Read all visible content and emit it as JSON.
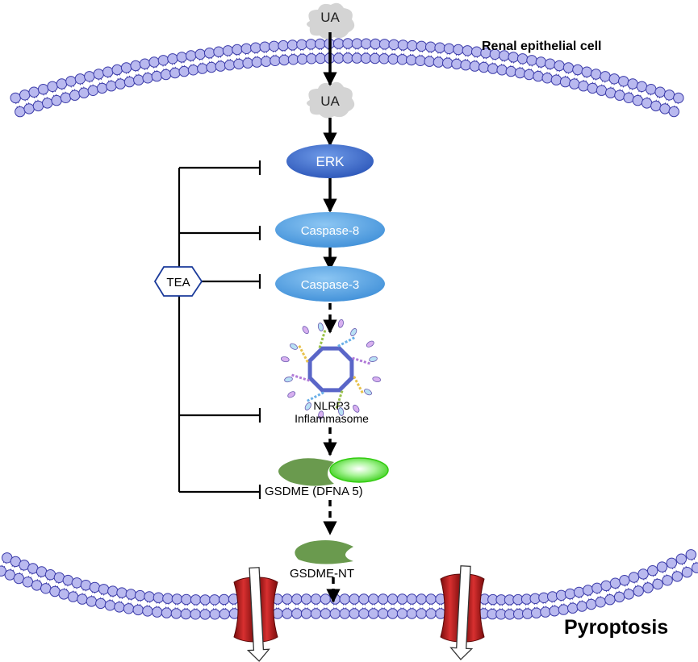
{
  "labels": {
    "ua_outside": "UA",
    "ua_inside": "UA",
    "cell": "Renal epithelial cell",
    "erk": "ERK",
    "casp8": "Caspase-8",
    "casp3": "Caspase-3",
    "nlrp3_line1": "NLRP3",
    "nlrp3_line2": "Inflammasome",
    "gsdme": "GSDME (DFNA 5)",
    "gsdme_nt": "GSDME-NT",
    "tea": "TEA",
    "pyroptosis": "Pyroptosis"
  },
  "colors": {
    "phospholipid_head": "#b9b9ef",
    "phospholipid_outline": "#3a3aa8",
    "erk_fill": "#3d6fd1",
    "caspase_fill": "#55a3e6",
    "gsdme_dark": "#6a9a4e",
    "gsdme_light": "#44dd22",
    "pore_red": "#b01818",
    "cloud": "#d4d4d4"
  }
}
